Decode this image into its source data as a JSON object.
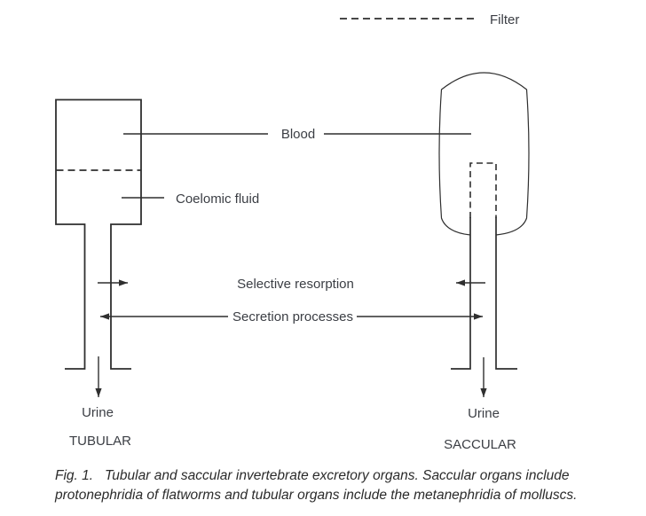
{
  "figure": {
    "legend": {
      "filter_label": "Filter"
    },
    "labels": {
      "blood": "Blood",
      "coelomic_fluid": "Coelomic fluid",
      "selective_resorption": "Selective resorption",
      "secretion_processes": "Secretion processes",
      "urine_left": "Urine",
      "urine_right": "Urine",
      "tubular": "TUBULAR",
      "saccular": "SACCULAR"
    },
    "caption": {
      "line1": "Fig. 1.   Tubular and saccular invertebrate excretory organs. Saccular organs include",
      "line2": "protonephridia of flatworms and tubular organs include the metanephridia of molluscs."
    },
    "colors": {
      "line": "#2f2f2f",
      "text": "#3b3e44",
      "background": "#ffffff"
    }
  }
}
